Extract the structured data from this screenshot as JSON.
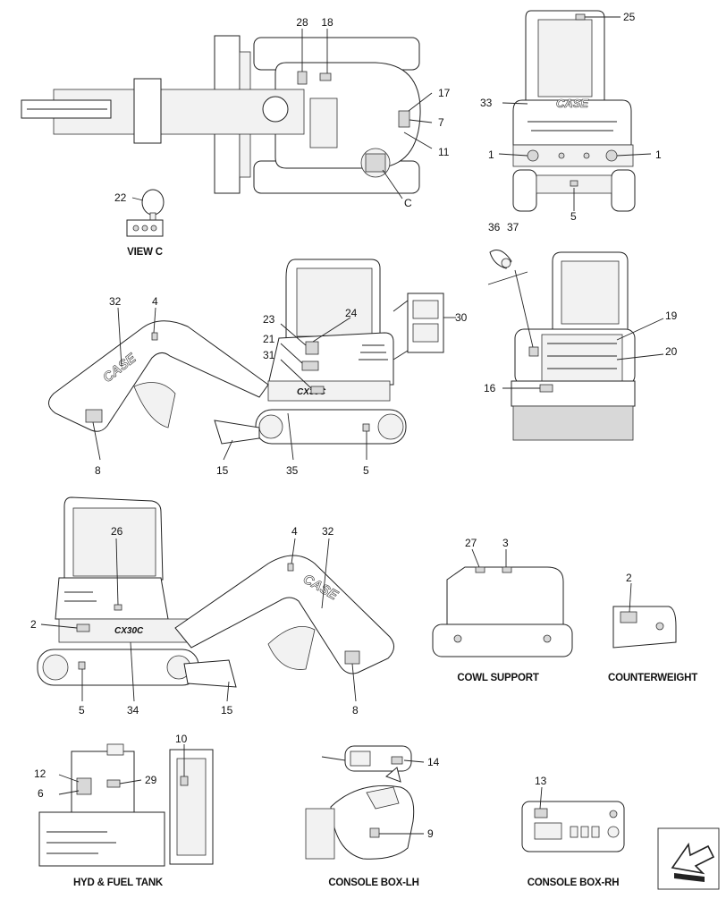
{
  "callouts": {
    "c28": "28",
    "c18": "18",
    "c25": "25",
    "c17": "17",
    "c7": "7",
    "c11": "11",
    "cC": "C",
    "c33": "33",
    "c1a": "1",
    "c1b": "1",
    "c5a": "5",
    "c22": "22",
    "c36": "36",
    "c37": "37",
    "c32a": "32",
    "c4a": "4",
    "c24": "24",
    "c30": "30",
    "c23": "23",
    "c21": "21",
    "c31": "31",
    "c19": "19",
    "c20": "20",
    "c16": "16",
    "c8a": "8",
    "c15a": "15",
    "c35": "35",
    "c5b": "5",
    "c26": "26",
    "c4b": "4",
    "c32b": "32",
    "c27": "27",
    "c3": "3",
    "c2a": "2",
    "c2b": "2",
    "c5c": "5",
    "c34": "34",
    "c15b": "15",
    "c8b": "8",
    "c10": "10",
    "c14": "14",
    "c12": "12",
    "c29": "29",
    "c6": "6",
    "c13": "13",
    "c9": "9"
  },
  "captions": {
    "view_c": "VIEW C",
    "cowl_support": "COWL SUPPORT",
    "counterweight": "COUNTERWEIGHT",
    "hyd_fuel_tank": "HYD & FUEL TANK",
    "console_lh": "CONSOLE BOX-LH",
    "console_rh": "CONSOLE BOX-RH"
  },
  "brand": {
    "logo": "CASE",
    "model_side": "CX30C",
    "model_left": "CX30C"
  },
  "icons": [
    "arrow-nav-icon"
  ]
}
